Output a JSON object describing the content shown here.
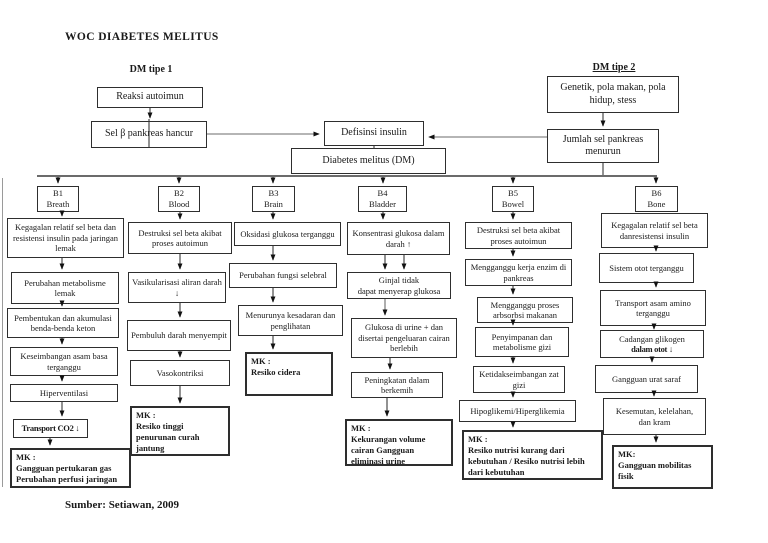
{
  "page": {
    "title": "WOC DIABETES MELITUS",
    "source": "Sumber: Setiawan, 2009"
  },
  "top": {
    "dm1_label": "DM tipe 1",
    "dm2_label": "DM tipe 2",
    "reaksi_autoimun": "Reaksi autoimun",
    "sel_beta": "Sel β pankreas hancur",
    "genetik": "Genetik, pola makan, pola hidup, stess",
    "jumlah_sel": "Jumlah sel pankreas\nmenurun",
    "defisiensi": "Defisinsi insulin",
    "dm": "Diabetes melitus (DM)"
  },
  "branches": {
    "b1": {
      "code": "B1",
      "name": "Breath",
      "steps": [
        "Kegagalan relatif sel beta dan resistensi insulin pada jaringan lemak",
        "Perubahan metabolisme lemak",
        "Pembentukan dan akumulasi benda-benda keton",
        "Keseimbangan asam basa terganggu",
        "Hiperventilasi",
        "Transport CO2 ↓"
      ],
      "mk": "MK :\nGangguan pertukaran gas\nPerubahan perfusi jaringan"
    },
    "b2": {
      "code": "B2",
      "name": "Blood",
      "steps": [
        "Destruksi sel beta akibat proses autoimun",
        "Vasikularisasi aliran darah ↓",
        "Pembuluh darah menyempit",
        "Vasokontriksi"
      ],
      "mk": "MK :\nResiko tinggi\npenurunan curah\njantung"
    },
    "b3": {
      "code": "B3",
      "name": "Brain",
      "steps": [
        "Oksidasi glukosa terganggu",
        "Perubahan fungsi selebral",
        "Menurunya kesadaran dan penglihatan"
      ],
      "mk": "MK :\nResiko cidera"
    },
    "b4": {
      "code": "B4",
      "name": "Bladder",
      "steps": [
        "Konsentrasi glukosa dalam darah ↑",
        "Ginjal tidak\ndapat menyerap glukosa",
        "Glukosa di urine + dan disertai pengeluaran cairan berlebih",
        "Peningkatan dalam berkemih"
      ],
      "mk": "MK :\nKekurangan volume\ncairan Gangguan\neliminasi urine"
    },
    "b5": {
      "code": "B5",
      "name": "Bowel",
      "steps": [
        "Destruksi sel beta akibat proses autoimun",
        "Mengganggu kerja enzim di pankreas",
        "Mengganggu proses arbsorbsi makanan",
        "Penyimpanan dan metabolisme gizi",
        "Ketidakseimbangan zat gizi",
        "Hipoglikemi/Hiperglikemia"
      ],
      "mk": "MK :\nResiko nutrisi kurang dari\nkebutuhan / Resiko nutrisi lebih\ndari kebutuhan"
    },
    "b6": {
      "code": "B6",
      "name": "Bone",
      "steps": [
        "Kegagalan relatif sel beta danresistensi insulin",
        "Sistem otot terganggu",
        "Transport asam amino terganggu",
        "Cadangan glikogen",
        "Gangguan urat saraf",
        "Kesemutan, kelelahan,\ndan kram"
      ],
      "glikogen_line2": "dalam otot ↓",
      "mk": "MK:\nGangguan mobilitas\nfisik"
    }
  }
}
